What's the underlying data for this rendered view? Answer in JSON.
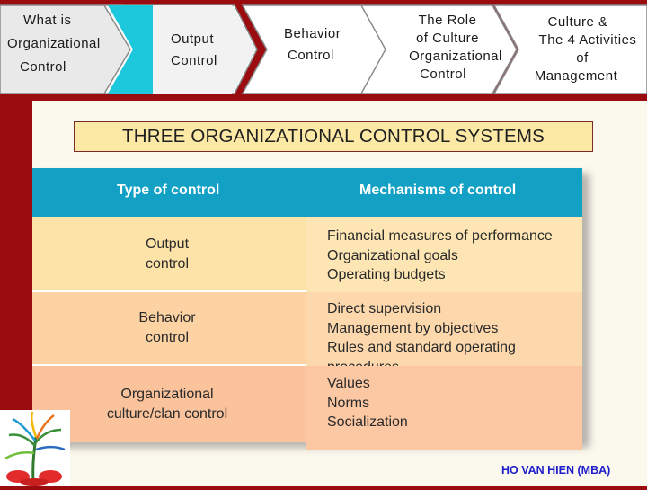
{
  "nav": {
    "tabs": [
      {
        "lines": [
          "What is",
          "Organizational",
          "Control"
        ]
      },
      {
        "lines": [
          "Output",
          "Control"
        ]
      },
      {
        "lines": [
          "Behavior",
          "Control"
        ]
      },
      {
        "lines": [
          "The Role",
          "of Culture",
          "Organizational",
          "Control"
        ]
      },
      {
        "lines": [
          "Culture &",
          "The 4 Activities",
          "of",
          "Management"
        ]
      }
    ],
    "active_tab_color": "#1ec8dc"
  },
  "slide": {
    "heading": "THREE ORGANIZATIONAL CONTROL SYSTEMS",
    "table": {
      "header_type": "Type of control",
      "header_mechanisms": "Mechanisms of control",
      "rows": [
        {
          "type_lines": [
            "Output",
            "control"
          ],
          "mechanisms": [
            "Financial measures of performance",
            "Organizational goals",
            "Operating budgets"
          ]
        },
        {
          "type_lines": [
            "Behavior",
            "control"
          ],
          "mechanisms": [
            "Direct supervision",
            "Management by objectives",
            "Rules and standard operating procedures"
          ]
        },
        {
          "type_lines": [
            "Organizational",
            "culture/clan control"
          ],
          "mechanisms": [
            "Values",
            "Norms",
            "Socialization"
          ]
        }
      ]
    },
    "footer": "HO VAN HIEN (MBA)"
  },
  "colors": {
    "background": "#9b0c10",
    "header": "#12a0c4",
    "row_light": "#fde3a7",
    "row_mid": "#fdd3a3",
    "row_dark": "#fbc39c",
    "footer_text": "#1d1dc9"
  }
}
